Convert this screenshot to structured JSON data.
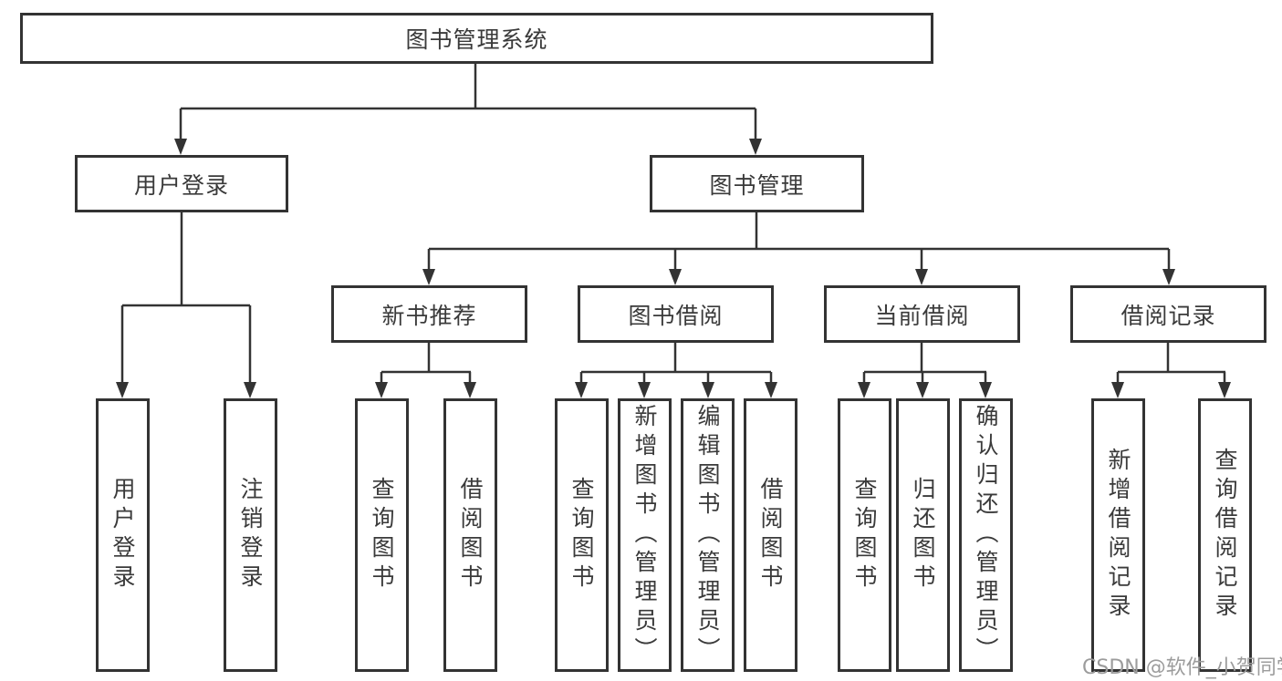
{
  "diagram": {
    "title": "图书管理系统",
    "branches": [
      {
        "label": "用户登录",
        "children": [
          {
            "label": "用户登录"
          },
          {
            "label": "注销登录"
          }
        ]
      },
      {
        "label": "图书管理",
        "children": [
          {
            "label": "新书推荐",
            "children": [
              {
                "label": "查询图书"
              },
              {
                "label": "借阅图书"
              }
            ]
          },
          {
            "label": "图书借阅",
            "children": [
              {
                "label": "查询图书"
              },
              {
                "label": "新增图书（管理员）"
              },
              {
                "label": "编辑图书（管理员）"
              },
              {
                "label": "借阅图书"
              }
            ]
          },
          {
            "label": "当前借阅",
            "children": [
              {
                "label": "查询图书"
              },
              {
                "label": "归还图书"
              },
              {
                "label": "确认归还（管理员）"
              }
            ]
          },
          {
            "label": "借阅记录",
            "children": [
              {
                "label": "新增借阅记录"
              },
              {
                "label": "查询借阅记录"
              }
            ]
          }
        ]
      }
    ]
  },
  "watermark": {
    "text": "CSDN @软件_小贺同学"
  },
  "colors": {
    "line": "#333333",
    "text": "#3a3a3a",
    "background": "#ffffff",
    "watermark": "#9c9c9c"
  }
}
